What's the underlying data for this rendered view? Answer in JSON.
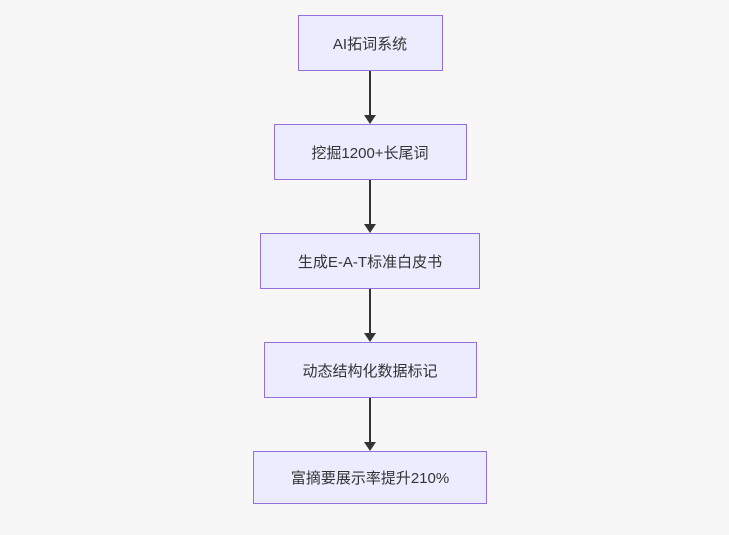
{
  "flowchart": {
    "type": "flowchart",
    "direction": "top-down",
    "nodes": [
      {
        "label": "AI拓词系统"
      },
      {
        "label": "挖掘1200+长尾词"
      },
      {
        "label": "生成E-A-T标准白皮书"
      },
      {
        "label": "动态结构化数据标记"
      },
      {
        "label": "富摘要展示率提升210%"
      }
    ],
    "edges": [
      {
        "from": 0,
        "to": 1
      },
      {
        "from": 1,
        "to": 2
      },
      {
        "from": 2,
        "to": 3
      },
      {
        "from": 3,
        "to": 4
      }
    ]
  },
  "colors": {
    "node_fill": "#ECECFF",
    "node_border": "#9370DB",
    "node_text": "#333333",
    "arrow": "#333333",
    "background": "#F7F7F7"
  }
}
